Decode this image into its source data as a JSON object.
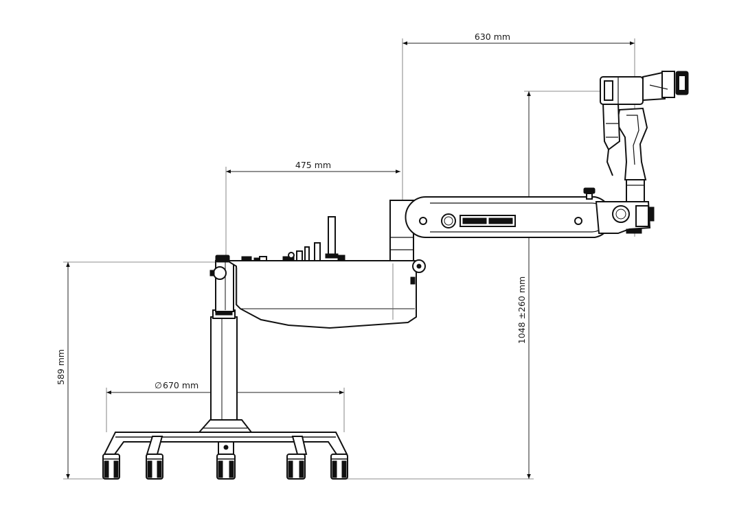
{
  "dimensions": {
    "top_width": "630 mm",
    "arm_reach": "475 mm",
    "column_height": "589 mm",
    "base_diameter_symbol": "∅",
    "base_diameter": "670 mm",
    "total_height": "1048 ±260  mm"
  },
  "colors": {
    "line": "#111111",
    "background": "#ffffff"
  }
}
